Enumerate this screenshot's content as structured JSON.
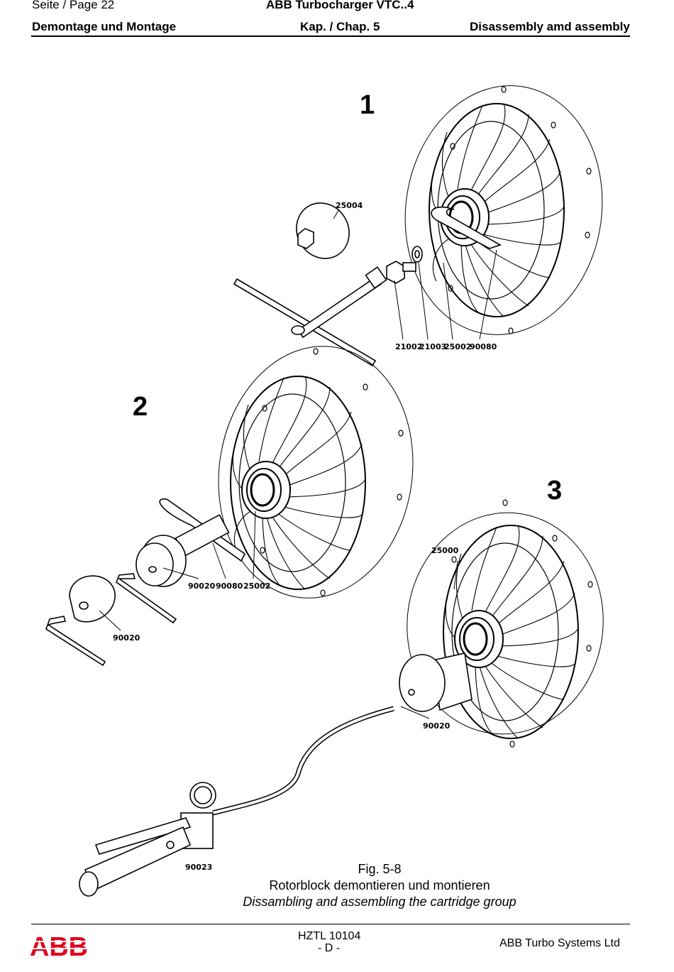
{
  "header": {
    "page_label": "Seite / Page  22",
    "product": "ABB Turbocharger VTC..4",
    "section_de": "Demontage und Montage",
    "chapter": "Kap. / Chap. 5",
    "section_en": "Disassembly amd assembly"
  },
  "figure": {
    "step_numbers": [
      "1",
      "2",
      "3"
    ],
    "part_labels": {
      "p25004": "25004",
      "p21002": "21002",
      "p21003": "21003",
      "p25002a": "25002",
      "p90080a": "90080",
      "p90020a": "90020",
      "p90080b": "90080",
      "p25002b": "25002",
      "p90020b": "90020",
      "p25000": "25000",
      "p90020c": "90020",
      "p90023": "90023"
    }
  },
  "caption": {
    "fig_number": "Fig. 5-8",
    "title_de": "Rotorblock demontieren und montieren",
    "title_en": "Dissambling and assembling the cartridge group"
  },
  "footer": {
    "logo_text": "ABB",
    "doc_number": "HZTL 10104",
    "language": "- D -",
    "company": "ABB Turbo Systems Ltd"
  }
}
